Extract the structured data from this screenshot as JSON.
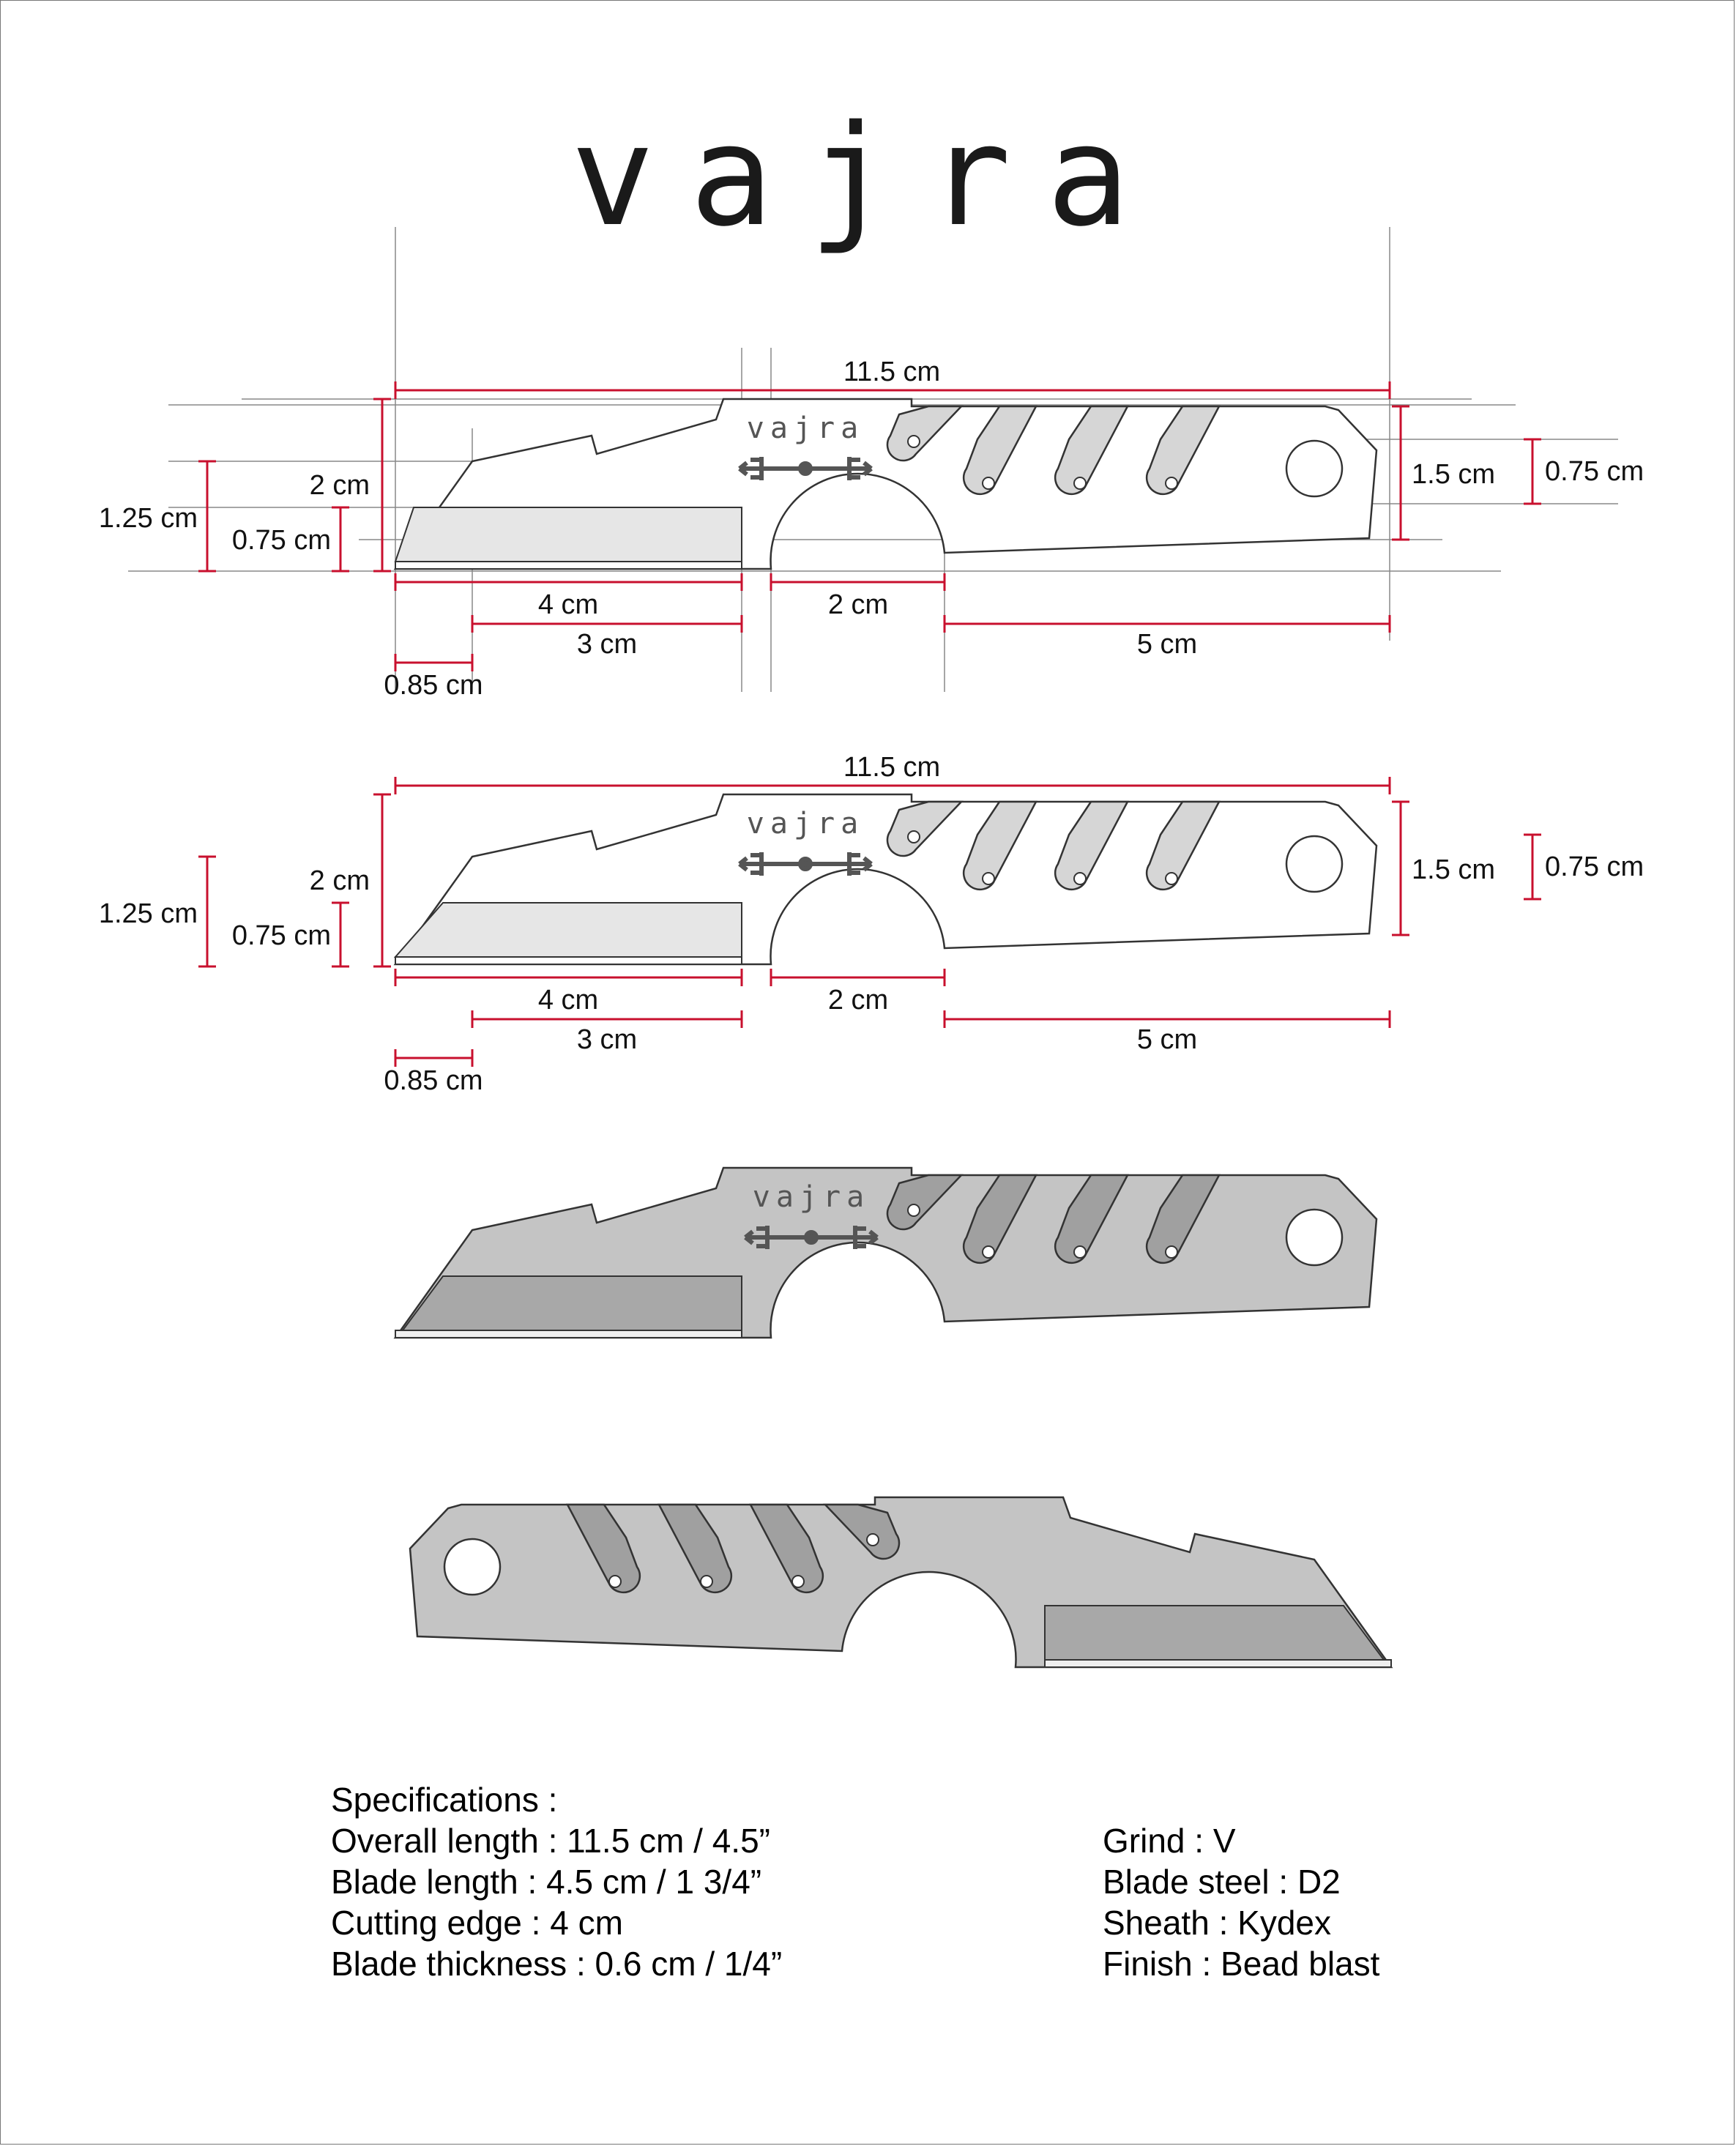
{
  "title": "vajra",
  "logo_text": "vajra",
  "dimensions": {
    "overall_length": "11.5 cm",
    "height_total": "2 cm",
    "height_front": "1.25 cm",
    "edge_height": "0.75 cm",
    "tip_offset": "0.85 cm",
    "edge_length": "4 cm",
    "grind_length": "3 cm",
    "choil_width": "2 cm",
    "handle_length": "5 cm",
    "handle_height": "1.5 cm",
    "hole_offset": "0.75 cm"
  },
  "specifications": {
    "heading": "Specifications :",
    "left": [
      "Overall length : 11.5 cm / 4.5”",
      "Blade length : 4.5 cm / 1 3/4”",
      "Cutting edge : 4 cm",
      "Blade thickness : 0.6 cm / 1/4”"
    ],
    "right": [
      "Grind : V",
      "Blade steel : D2",
      "Sheath : Kydex",
      "Finish : Bead blast"
    ]
  },
  "colors": {
    "dimension_line": "#c8102e",
    "outline": "#333333",
    "steel": "#c4c4c4",
    "steel_dark": "#a8a8a8",
    "grind_light": "#e0e0e0",
    "edge_strip": "#efefef",
    "construction_line": "#888888"
  }
}
